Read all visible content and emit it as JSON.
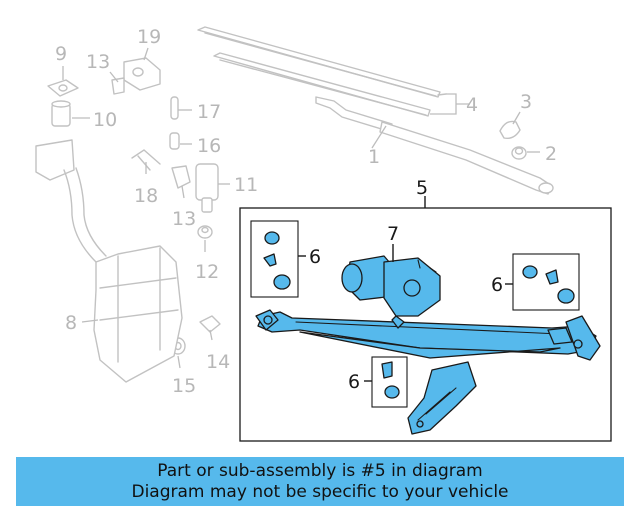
{
  "labels": {
    "n1": "1",
    "n2": "2",
    "n3": "3",
    "n4": "4",
    "n5": "5",
    "n6a": "6",
    "n6b": "6",
    "n6c": "6",
    "n7": "7",
    "n8": "8",
    "n9": "9",
    "n10": "10",
    "n11": "11",
    "n12": "12",
    "n13a": "13",
    "n13b": "13",
    "n14": "14",
    "n15": "15",
    "n16": "16",
    "n17": "17",
    "n18": "18",
    "n19": "19"
  },
  "footer": {
    "line1": "Part or sub-assembly is #5 in diagram",
    "line2": "Diagram may not be specific to your vehicle"
  },
  "colors": {
    "highlight": "#56b9ec",
    "ghost": "#c2c2c2",
    "ink": "#1a1a1a"
  }
}
